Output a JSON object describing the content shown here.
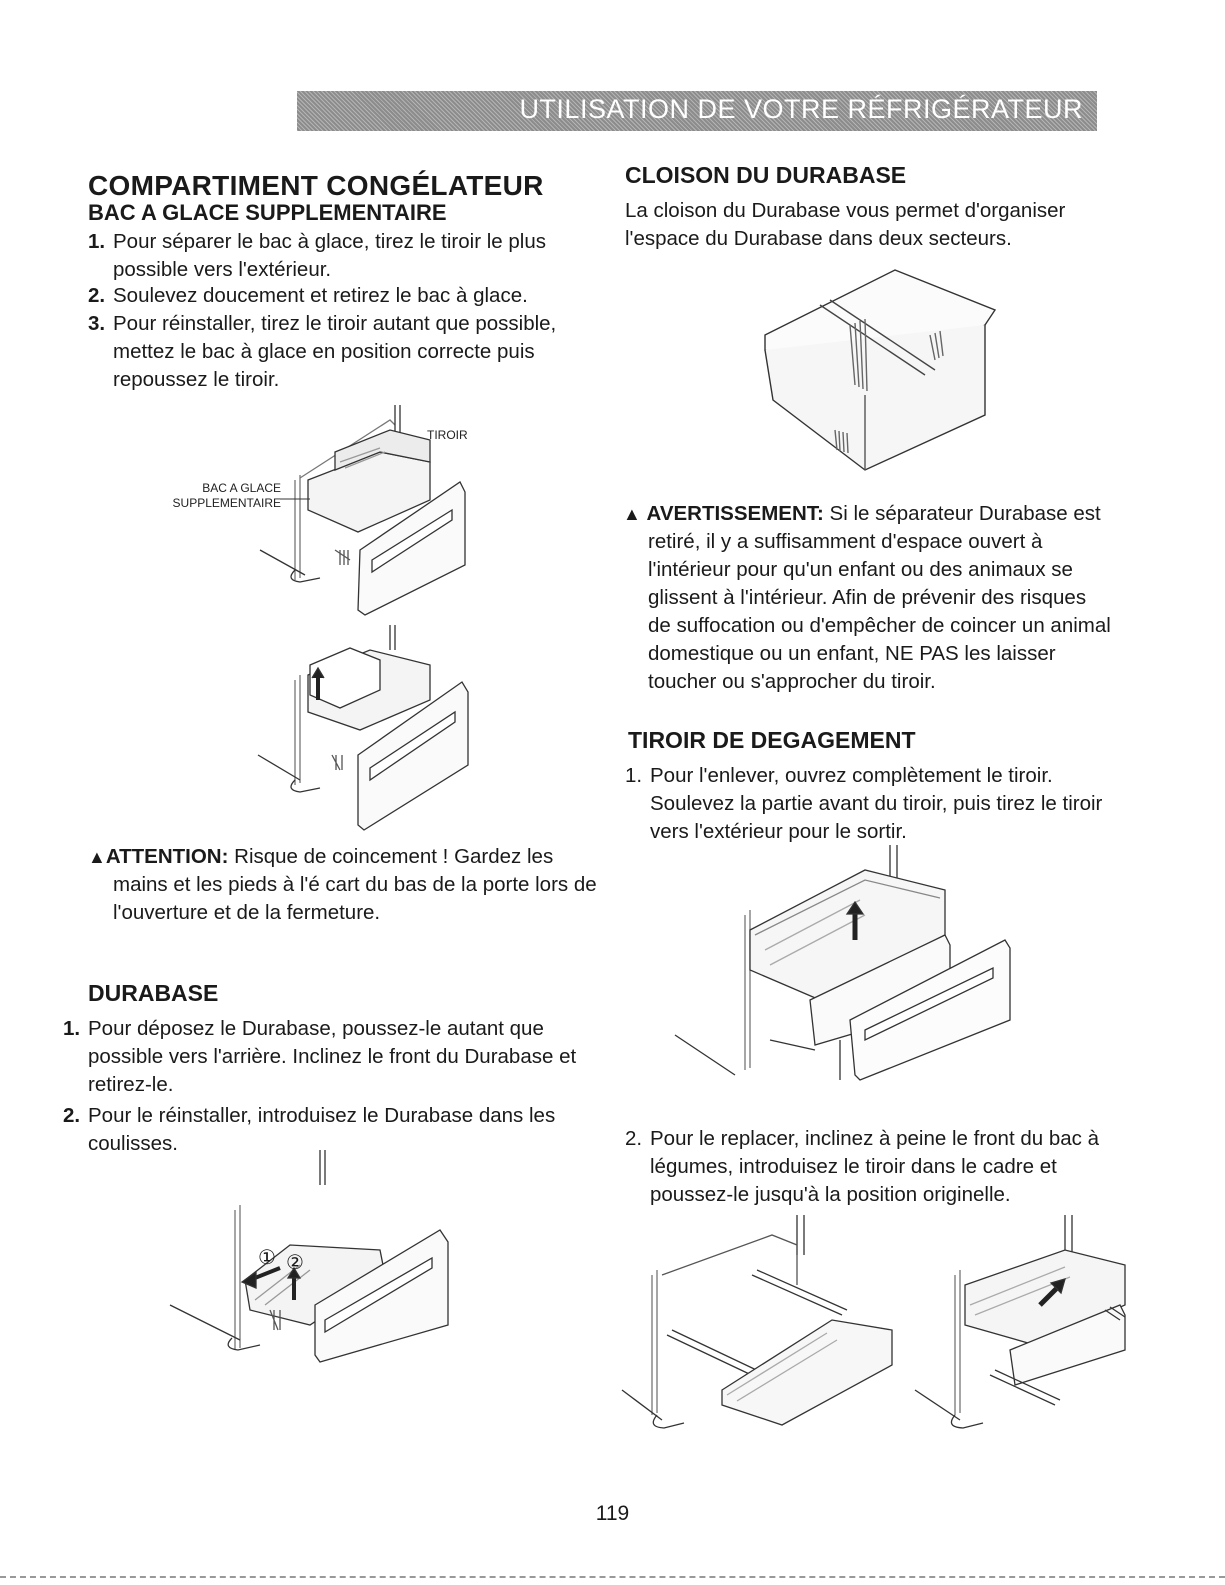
{
  "banner": {
    "title": "UTILISATION DE VOTRE RÉFRIGÉRATEUR"
  },
  "left": {
    "heading": "COMPARTIMENT CONGÉLATEUR",
    "subheading": "BAC A GLACE SUPPLEMENTAIRE",
    "steps": [
      {
        "num": "1.",
        "text": "Pour séparer le bac à glace, tirez le tiroir le plus possible vers l'extérieur."
      },
      {
        "num": "2.",
        "text": "Soulevez doucement et retirez le bac à glace."
      },
      {
        "num": "3.",
        "text": "Pour réinstaller, tirez le tiroir autant que possible, mettez le bac à glace en position correcte puis repoussez le tiroir."
      }
    ],
    "figure_labels": {
      "tiroir": "TIROIR",
      "bac_line1": "BAC A GLACE",
      "bac_line2": "SUPPLEMENTAIRE"
    },
    "attention": {
      "lead": "ATTENTION:",
      "text": "Risque de coincement ! Gardez les mains et les pieds à l'é cart du bas de la porte lors de l'ouverture et de la fermeture."
    },
    "durabase": {
      "heading": "DURABASE",
      "steps": [
        {
          "num": "1.",
          "text": "Pour déposez le Durabase, poussez-le autant que possible vers l'arrière. Inclinez le front du Durabase et retirez-le."
        },
        {
          "num": "2.",
          "text": "Pour le réinstaller, introduisez le Durabase dans les coulisses."
        }
      ],
      "markers": [
        "①",
        "②"
      ]
    }
  },
  "right": {
    "cloison": {
      "heading": "CLOISON DU DURABASE",
      "text": "La cloison du Durabase vous permet d'organiser l'espace du Durabase dans deux secteurs."
    },
    "avertissement": {
      "lead": "AVERTISSEMENT:",
      "text": "Si le séparateur Durabase est retiré, il y a suffisamment d'espace ouvert à l'intérieur pour qu'un enfant ou des animaux se glissent à l'intérieur. Afin de prévenir des risques de suffocation ou d'empêcher de coincer un animal domestique ou un enfant, NE PAS les laisser toucher ou s'approcher du tiroir."
    },
    "tiroir": {
      "heading": "TIROIR DE DEGAGEMENT",
      "steps": [
        {
          "num": "1.",
          "text": "Pour l'enlever, ouvrez complètement le tiroir. Soulevez la partie avant du tiroir, puis tirez le tiroir vers l'extérieur pour le sortir."
        },
        {
          "num": "2.",
          "text": "Pour le replacer, inclinez à peine le front du bac à légumes, introduisez le tiroir dans le cadre et poussez-le jusqu'à la position originelle."
        }
      ]
    }
  },
  "page_number": "119"
}
